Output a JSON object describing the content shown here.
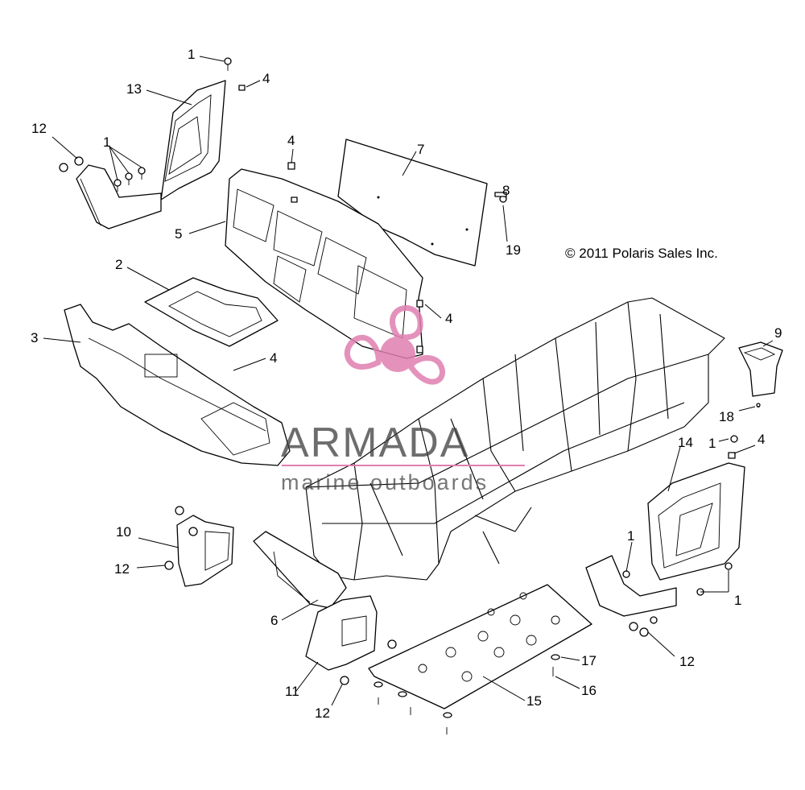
{
  "copyright": "© 2011 Polaris Sales Inc.",
  "watermark": {
    "title": "ARMADA",
    "subtitle": "marine outboards",
    "color": "#e07fb0"
  },
  "callouts": {
    "c1_top": "1",
    "c4_top": "4",
    "c13": "13",
    "c12_tl": "12",
    "c1_tl": "1",
    "c4_panel": "4",
    "c7": "7",
    "c8": "8",
    "c19": "19",
    "c5": "5",
    "c2": "2",
    "c4_right": "4",
    "c3": "3",
    "c4_mid": "4",
    "c9": "9",
    "c18": "18",
    "c14": "14",
    "c1_r": "1",
    "c4_r": "4",
    "c1_rl": "1",
    "c1_rr": "1",
    "c10": "10",
    "c12_l": "12",
    "c6": "6",
    "c11": "11",
    "c12_b": "12",
    "c15": "15",
    "c17": "17",
    "c16": "16",
    "c12_r": "12"
  }
}
